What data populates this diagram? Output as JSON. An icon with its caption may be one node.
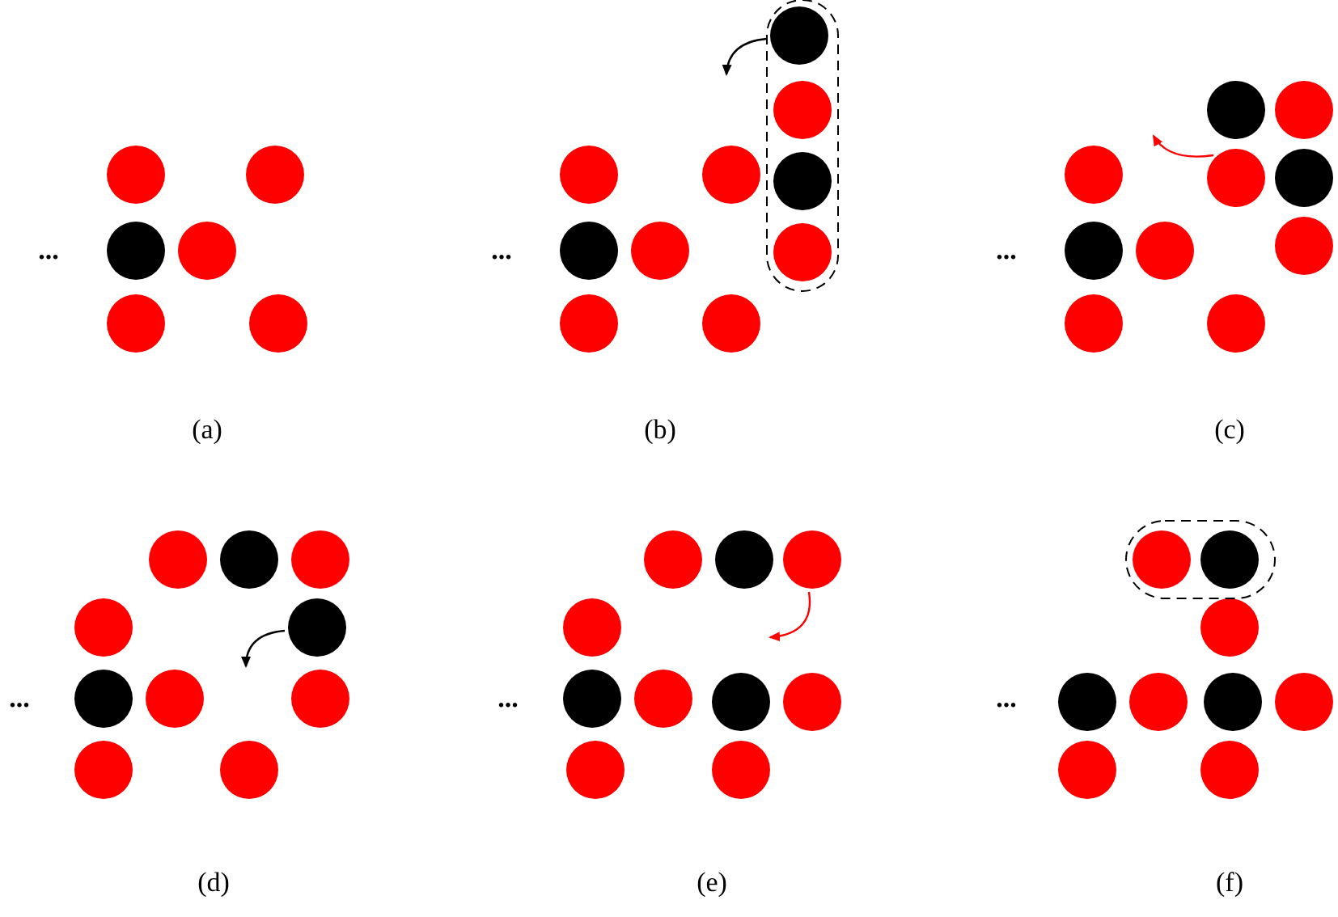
{
  "diagram": {
    "labels": [
      "...",
      "...",
      "...",
      "(a)",
      "(b)",
      "(c)",
      "...",
      "...",
      "...",
      "(d)",
      "(e)",
      "(f)"
    ]
  }
}
